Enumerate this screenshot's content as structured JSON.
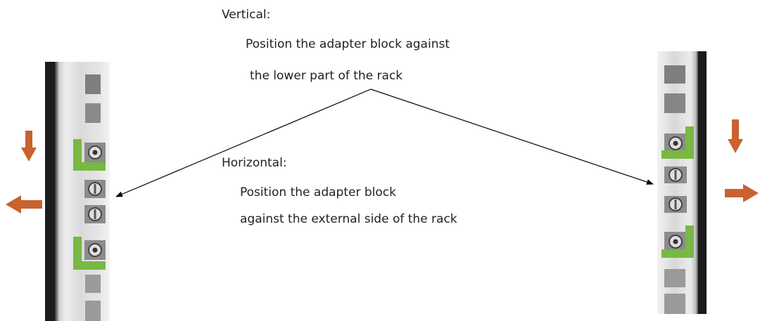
{
  "vertical": {
    "heading": "Vertical:",
    "line1": "Position the adapter block against",
    "line2": "the lower part of the rack"
  },
  "horizontal": {
    "heading": "Horizontal:",
    "line1": "Position the adapter block",
    "line2": "against the external side of the rack"
  },
  "colors": {
    "arrow": "#c8622e",
    "bracket": "#78b843",
    "connector": "#000000",
    "text": "#222222"
  },
  "icons": {
    "left_rail": [
      "arrow-down-icon",
      "arrow-left-icon"
    ],
    "right_rail": [
      "arrow-down-icon",
      "arrow-right-icon"
    ]
  }
}
